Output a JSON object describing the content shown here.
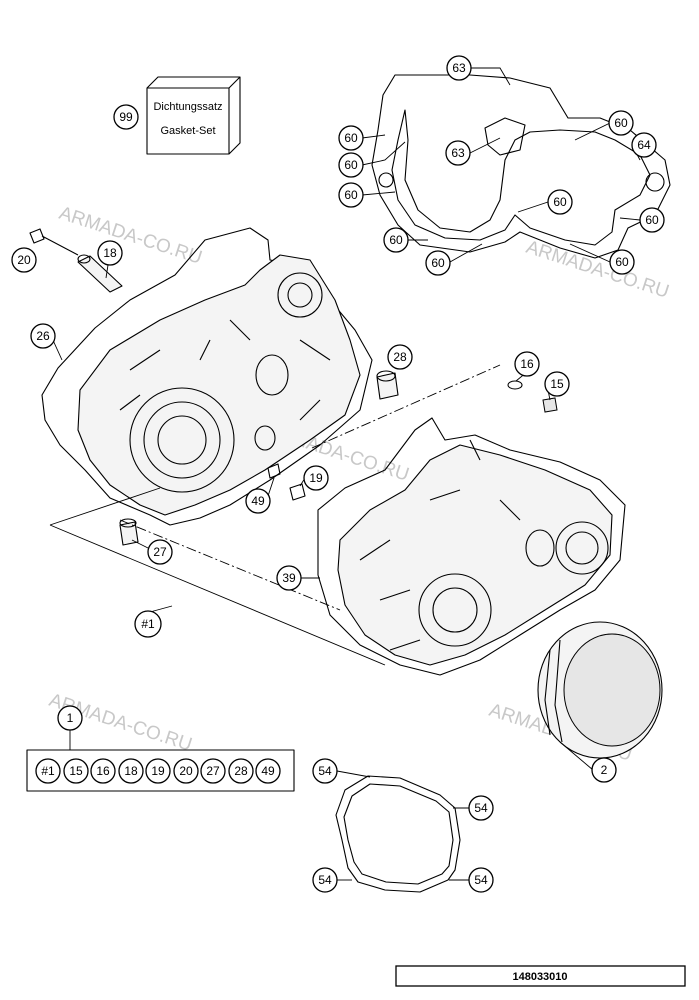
{
  "kit": {
    "label_de": "Dichtungssatz",
    "label_en": "Gasket-Set",
    "callout": "99"
  },
  "callouts": {
    "c63a": "63",
    "c63b": "63",
    "c60a": "60",
    "c60b": "60",
    "c60c": "60",
    "c60d": "60",
    "c60e": "60",
    "c60f": "60",
    "c60g": "60",
    "c60h": "60",
    "c60i": "60",
    "c64": "64",
    "c20": "20",
    "c18": "18",
    "c26": "26",
    "c28": "28",
    "c16": "16",
    "c15": "15",
    "c19": "19",
    "c49": "49",
    "c27": "27",
    "c39": "39",
    "c1hash": "#1",
    "c1": "1",
    "c2": "2",
    "c54a": "54",
    "c54b": "54",
    "c54c": "54",
    "c54d": "54"
  },
  "set_contents": [
    "#1",
    "15",
    "16",
    "18",
    "19",
    "20",
    "27",
    "28",
    "49"
  ],
  "watermarks": [
    "ARMADA-CO.RU",
    "ARMADA-CO.RU",
    "ARMADA-CO.RU",
    "ARMADA-CO.RU",
    "ARMADA-CO.RU"
  ],
  "reference_number": "148033010"
}
